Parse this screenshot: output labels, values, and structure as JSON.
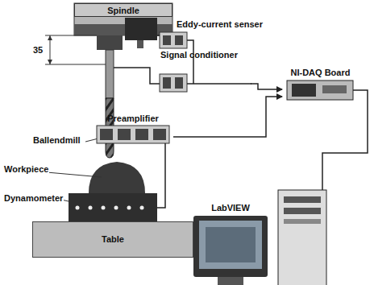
{
  "diagram": {
    "nodes": [
      {
        "text": [
          "Spindle"
        ]
      },
      {
        "text": [
          "Signal conditioner"
        ]
      },
      {
        "text": [
          "NI-DAQ Board"
        ]
      },
      {
        "text": [
          "Preamplifier"
        ]
      },
      {
        "text": [
          "Table"
        ]
      },
      {
        "text": [
          "LabVIEW"
        ]
      }
    ],
    "edges": [
      {
        "from": 1,
        "to": 2,
        "arrow": "to"
      },
      {
        "from": 3,
        "to": 2,
        "arrow": "to"
      }
    ],
    "labels": [
      "Eddy-current senser",
      "35",
      "Ballendmill",
      "Workpiece",
      "Dynamometer"
    ]
  }
}
